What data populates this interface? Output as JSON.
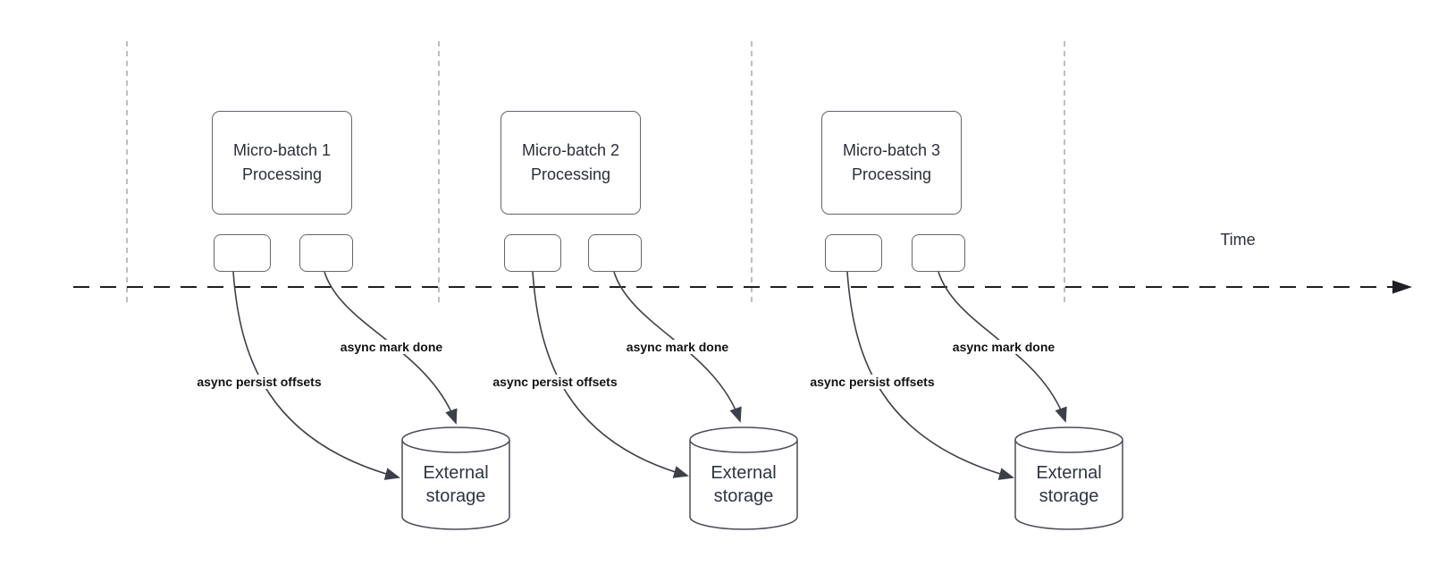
{
  "axis": {
    "label": "Time"
  },
  "groups": [
    {
      "batch": {
        "line1": "Micro-batch 1",
        "line2": "Processing"
      },
      "persist_label": "async persist offsets",
      "mark_done_label": "async mark done",
      "storage": {
        "line1": "External",
        "line2": "storage"
      }
    },
    {
      "batch": {
        "line1": "Micro-batch 2",
        "line2": "Processing"
      },
      "persist_label": "async persist offsets",
      "mark_done_label": "async mark done",
      "storage": {
        "line1": "External",
        "line2": "storage"
      }
    },
    {
      "batch": {
        "line1": "Micro-batch 3",
        "line2": "Processing"
      },
      "persist_label": "async persist offsets",
      "mark_done_label": "async mark done",
      "storage": {
        "line1": "External",
        "line2": "storage"
      }
    }
  ],
  "colors": {
    "background": "#ffffff",
    "arrow_stroke": "#3d4049",
    "box_border": "#63666e",
    "box_text": "#2b2f38",
    "label_text": "#111111",
    "guide_dash": "#a8a8a8",
    "timeline": "#1f1f23"
  }
}
